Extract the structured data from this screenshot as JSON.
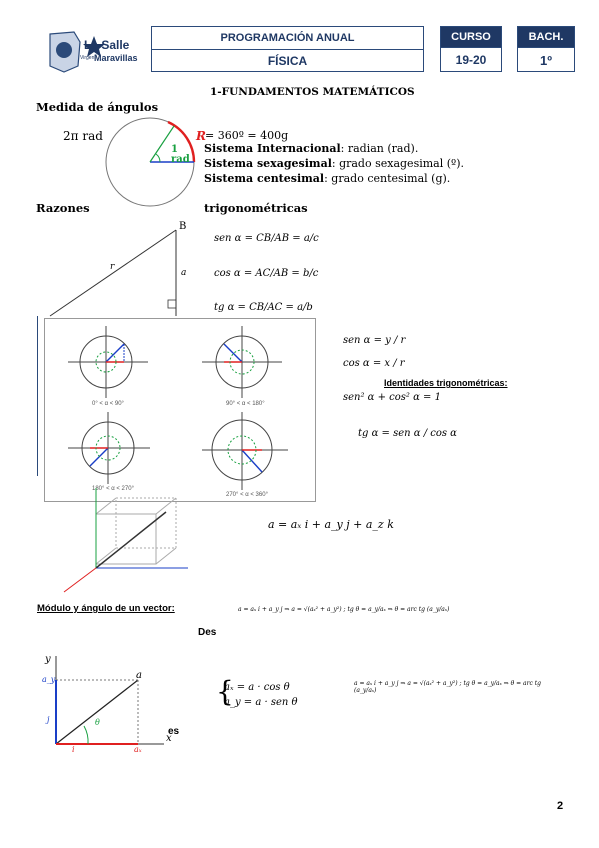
{
  "header": {
    "logo_line1": "La Salle",
    "logo_line2": "Maravillas",
    "logo_small": "Virgen",
    "program_title": "PROGRAMACIÓN ANUAL",
    "subject": "FÍSICA",
    "course_label": "CURSO",
    "course_value": "19-20",
    "level_label": "BACH.",
    "level_value": "1º"
  },
  "section_title": "1-FUNDAMENTOS MATEMÁTICOS",
  "angles": {
    "heading": "Medida de ángulos",
    "two_pi": "2π rad",
    "R_label": "R",
    "R_equation": "= 360º = 400g",
    "one": "1",
    "rad": "rad",
    "si_bold": "Sistema Internacional",
    "si_rest": ": radian (rad).",
    "sex_bold": "Sistema sexagesimal",
    "sex_rest": ": grado sexagesimal (º).",
    "cent_bold": "Sistema centesimal",
    "cent_rest": ": grado centesimal (g)."
  },
  "ratios": {
    "heading_left": "Razones",
    "heading_right": "trigonométricas",
    "label_B": "B",
    "label_r": "r",
    "label_a": "a",
    "sen_eq": "sen α = CB/AB = a/c",
    "cos_eq": "cos α = AC/AB = b/c",
    "tg_eq": "tg α = CB/AC = a/b"
  },
  "unit_circle": {
    "sen_def": "sen α = y / r",
    "cos_def": "cos α = x / r",
    "identities_heading": "Identidades trigonométricas:",
    "identity": "sen² α + cos² α = 1",
    "tg_def": "tg α = sen α / cos α",
    "quadrant_captions": [
      "0° < α < 90°",
      "90° < α < 180°",
      "180° < α < 270°",
      "270° < α < 360°"
    ]
  },
  "vector": {
    "expression": "a = aₓ i + a_y j + a_z k",
    "modulus_heading": "Módulo y ángulo de un vector:",
    "modulus_expr": "a = aₓ i + a_y j  ⇒  a = √(aₓ² + a_y²) ; tg θ = a_y/aₓ ⇒ θ = arc tg (a_y/aₓ)",
    "des": "Des",
    "components_x": "aₓ = a · cos θ",
    "components_y": "a_y = a · sen θ",
    "right_expr": "a = aₓ i + a_y j  ⇒  a = √(aₓ² + a_y²) ; tg θ = a_y/aₓ ⇒ θ = arc tg (a_y/aₓ)",
    "es": "es",
    "axis_y": "y",
    "axis_x": "x",
    "label_a": "a",
    "label_ay": "a_y",
    "label_ax": "aₓ",
    "label_j": "j",
    "label_i": "i",
    "label_theta": "θ"
  },
  "page_number": "2"
}
